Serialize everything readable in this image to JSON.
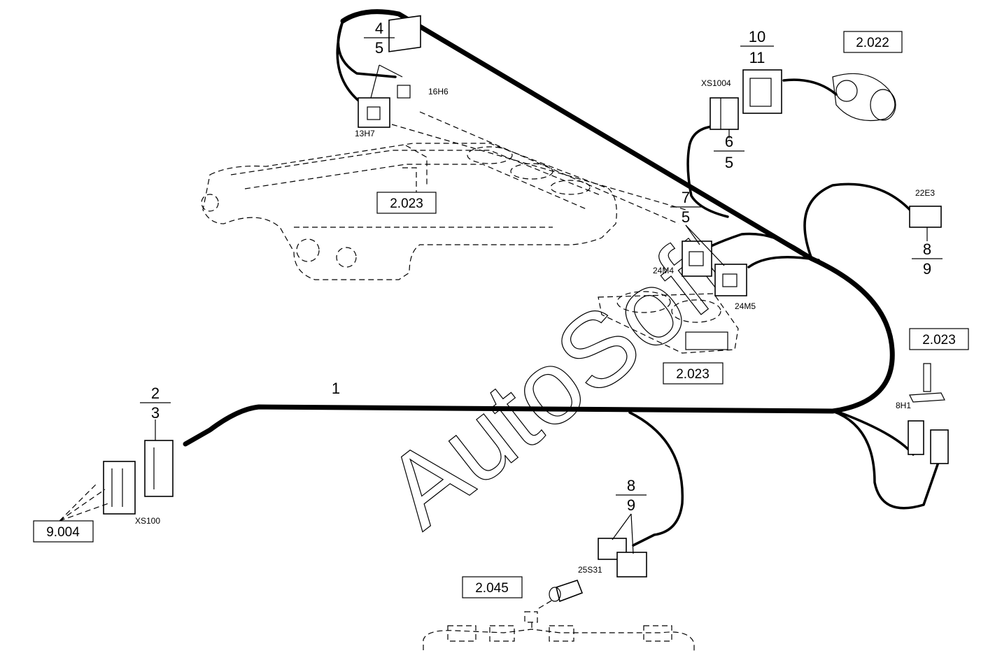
{
  "watermark": "AutoSoft",
  "reference_boxes": [
    {
      "id": "ref-2022",
      "text": "2.022"
    },
    {
      "id": "ref-2023-top",
      "text": "2.023"
    },
    {
      "id": "ref-2023-mid",
      "text": "2.023"
    },
    {
      "id": "ref-2023-right",
      "text": "2.023"
    },
    {
      "id": "ref-9004",
      "text": "9.004"
    },
    {
      "id": "ref-2045",
      "text": "2.045"
    }
  ],
  "connector_labels": {
    "c16H6": "16H6",
    "c13H7": "13H7",
    "cXS1004": "XS1004",
    "c22E3": "22E3",
    "c24M4": "24M4",
    "c24M5": "24M5",
    "c8H1": "8H1",
    "cXS100": "XS100",
    "c25S31": "25S31"
  },
  "callouts": [
    {
      "id": "callout-4-5",
      "top": "4",
      "bottom": "5"
    },
    {
      "id": "callout-10-11",
      "top": "10",
      "bottom": "11"
    },
    {
      "id": "callout-6-5",
      "top": "6",
      "bottom": "5"
    },
    {
      "id": "callout-7-5",
      "top": "7",
      "bottom": "5"
    },
    {
      "id": "callout-8-9-right",
      "top": "8",
      "bottom": "9"
    },
    {
      "id": "callout-2-3",
      "top": "2",
      "bottom": "3"
    },
    {
      "id": "callout-8-9-bottom",
      "top": "8",
      "bottom": "9"
    }
  ],
  "harness_label": "1"
}
